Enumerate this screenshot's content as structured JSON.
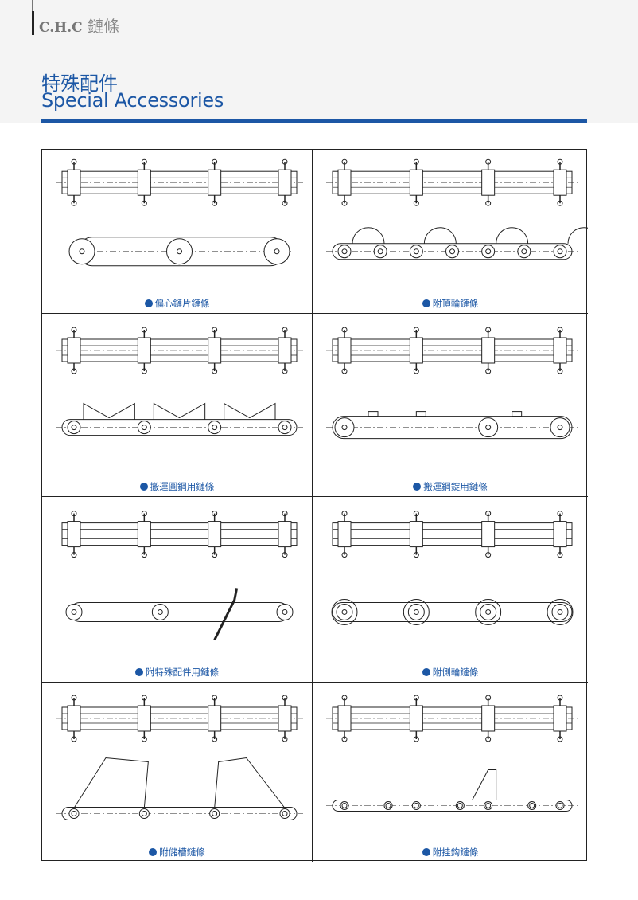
{
  "header": {
    "brand_latin": "C.H.C",
    "brand_cjk": "鏈條",
    "title_cn": "特殊配件",
    "title_en": "Special Accessories"
  },
  "colors": {
    "accent": "#1c57a5"
  },
  "items": [
    {
      "caption": "偏心鏈片鏈條",
      "variant": "eccentric"
    },
    {
      "caption": "附頂輪鏈條",
      "variant": "top-roller"
    },
    {
      "caption": "搬運圓鋼用鏈條",
      "variant": "round-steel"
    },
    {
      "caption": "搬運鋼錠用鏈條",
      "variant": "ingot"
    },
    {
      "caption": "附特殊配件用鏈條",
      "variant": "special"
    },
    {
      "caption": "附側輪鏈條",
      "variant": "side-roller"
    },
    {
      "caption": "附儲槽鏈條",
      "variant": "trough"
    },
    {
      "caption": "附挂鈎鏈條",
      "variant": "hook"
    }
  ]
}
